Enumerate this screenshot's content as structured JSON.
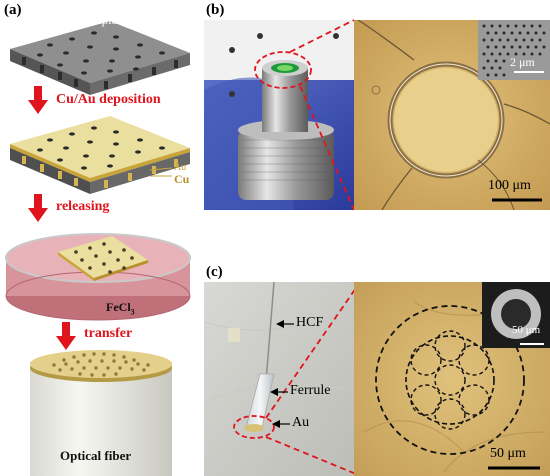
{
  "panels": {
    "a": {
      "label": "(a)"
    },
    "b": {
      "label": "(b)"
    },
    "c": {
      "label": "(c)"
    }
  },
  "steps": {
    "template_label": "Si template",
    "deposition": "Cu/Au deposition",
    "releasing": "releasing",
    "transfer": "transfer",
    "fiber_label": "Optical fiber",
    "layer_au": "Au",
    "layer_cu": "Cu",
    "etchant": "FeCl",
    "etchant_sub": "3"
  },
  "panel_b": {
    "scale_main": "100 μm",
    "scale_inset": "2 μm"
  },
  "panel_c": {
    "label_hcf": "HCF",
    "label_ferrule": "Ferrule",
    "label_au": "Au",
    "scale_main": "50 μm",
    "scale_inset": "50 μm"
  },
  "colors": {
    "accent_red": "#e0141c",
    "gold": "#d8c27a",
    "microscope_bg": "#c9a45e"
  }
}
